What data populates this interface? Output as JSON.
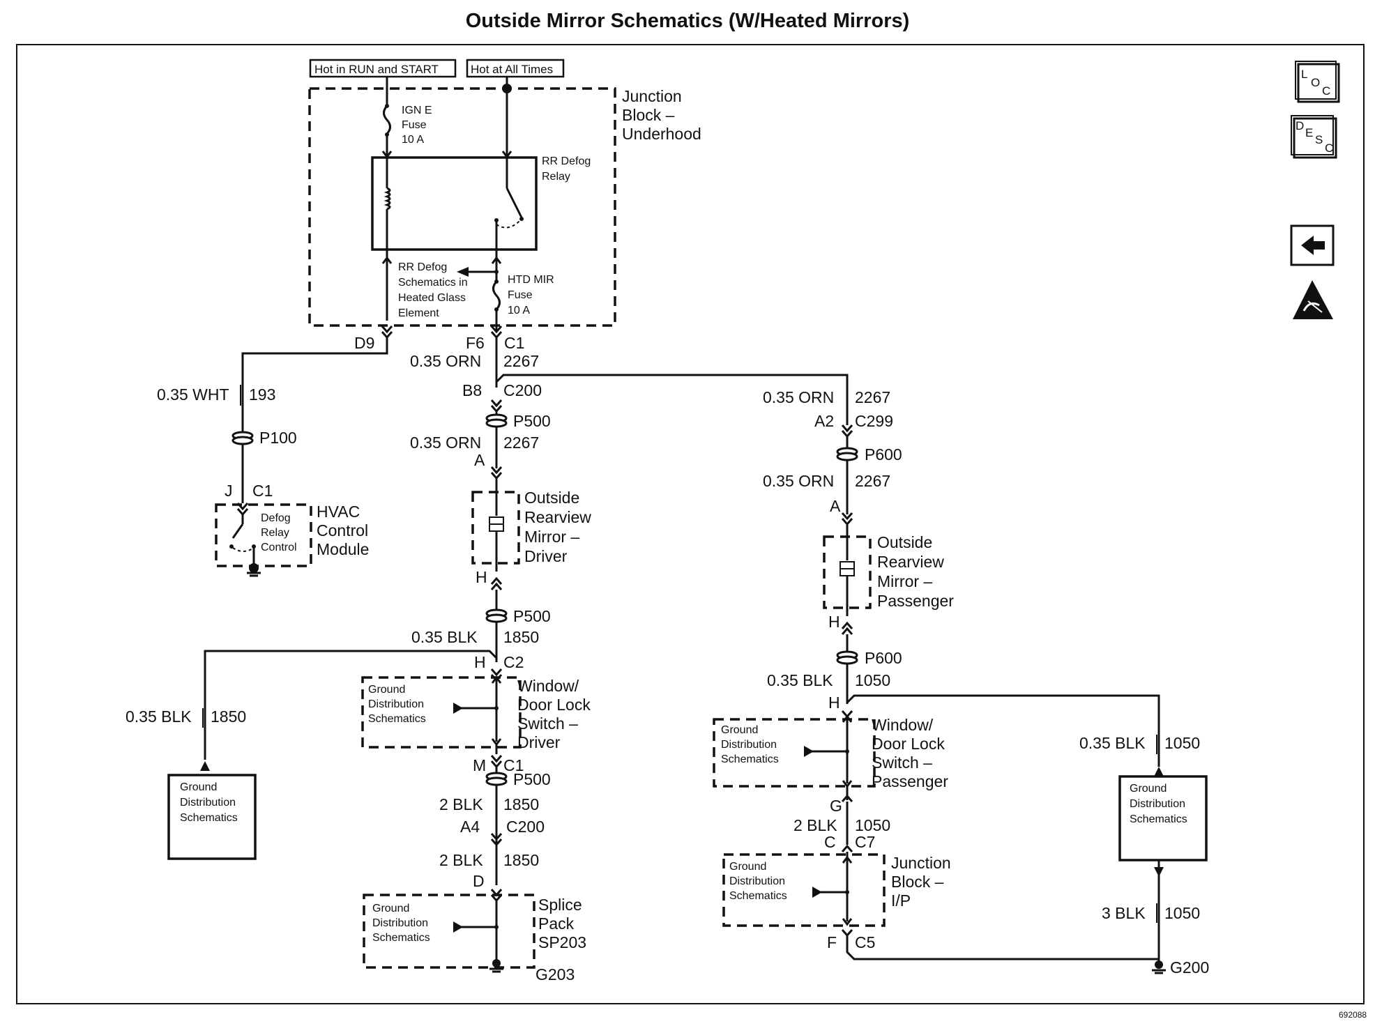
{
  "title": "Outside Mirror Schematics (W/Heated Mirrors)",
  "figure_id": "692088",
  "power_labels": {
    "run_start": "Hot in RUN and START",
    "all_times": "Hot at All Times"
  },
  "junction_block_underhood": {
    "line1": "Junction",
    "line2": "Block –",
    "line3": "Underhood",
    "ign_fuse": [
      "IGN E",
      "Fuse",
      "10 A"
    ],
    "relay": [
      "RR Defog",
      "Relay"
    ],
    "rr_defog_ref": [
      "RR Defog",
      "Schematics in",
      "Heated Glass",
      "Element"
    ],
    "htd_fuse": [
      "HTD MIR",
      "Fuse",
      "10 A"
    ]
  },
  "connectors": {
    "d9": "D9",
    "f6": "F6",
    "c1_top": "C1",
    "b8": "B8",
    "c200_top": "C200",
    "p500_1": "P500",
    "a_driver": "A",
    "h_driver": "H",
    "p500_2": "P500",
    "h_c2": "H",
    "c2": "C2",
    "m": "M",
    "c1_mid": "C1",
    "p500_3": "P500",
    "a4": "A4",
    "c200_bot": "C200",
    "d": "D",
    "a2": "A2",
    "c299": "C299",
    "p600_1": "P600",
    "a_pass": "A",
    "h_pass": "H",
    "p600_2": "P600",
    "h_pass2": "H",
    "g": "G",
    "c": "C",
    "c7": "C7",
    "f": "F",
    "c5": "C5",
    "p100": "P100",
    "j": "J",
    "c1_hvac": "C1"
  },
  "wires": {
    "wht193_gauge": "0.35 WHT",
    "wht193_circuit": "193",
    "orn_top_gauge": "0.35 ORN",
    "orn_top_circuit": "2267",
    "orn_drv_gauge": "0.35 ORN",
    "orn_drv_circuit": "2267",
    "orn_pass1_gauge": "0.35 ORN",
    "orn_pass1_circuit": "2267",
    "orn_pass2_gauge": "0.35 ORN",
    "orn_pass2_circuit": "2267",
    "blk1850_a_gauge": "0.35 BLK",
    "blk1850_a_circuit": "1850",
    "blk1850_b_gauge": "0.35 BLK",
    "blk1850_b_circuit": "1850",
    "blk1850_c_gauge": "2 BLK",
    "blk1850_c_circuit": "1850",
    "blk1850_d_gauge": "2 BLK",
    "blk1850_d_circuit": "1850",
    "blk1050_a_gauge": "0.35 BLK",
    "blk1050_a_circuit": "1050",
    "blk1050_b_gauge": "0.35 BLK",
    "blk1050_b_circuit": "1050",
    "blk1050_c_gauge": "2 BLK",
    "blk1050_c_circuit": "1050",
    "blk1050_d_gauge": "3 BLK",
    "blk1050_d_circuit": "1050"
  },
  "components": {
    "hvac": [
      "HVAC",
      "Control",
      "Module"
    ],
    "hvac_inner": [
      "Defog",
      "Relay",
      "Control"
    ],
    "mirror_driver": [
      "Outside",
      "Rearview",
      "Mirror –",
      "Driver"
    ],
    "mirror_pass": [
      "Outside",
      "Rearview",
      "Mirror –",
      "Passenger"
    ],
    "switch_driver": [
      "Window/",
      "Door Lock",
      "Switch –",
      "Driver"
    ],
    "switch_pass": [
      "Window/",
      "Door Lock",
      "Switch –",
      "Passenger"
    ],
    "splice": [
      "Splice",
      "Pack",
      "SP203"
    ],
    "jb_ip": [
      "Junction",
      "Block –",
      "I/P"
    ],
    "gds": [
      "Ground",
      "Distribution",
      "Schematics"
    ],
    "g203": "G203",
    "g200": "G200"
  },
  "sidebar": {
    "loc": {
      "a": "L",
      "b": "O",
      "c": "C"
    },
    "desc": {
      "a": "D",
      "b": "E",
      "c": "S",
      "d": "C"
    },
    "back_icon": "left-arrow-icon",
    "esd_icon": "esd-warning-icon"
  }
}
